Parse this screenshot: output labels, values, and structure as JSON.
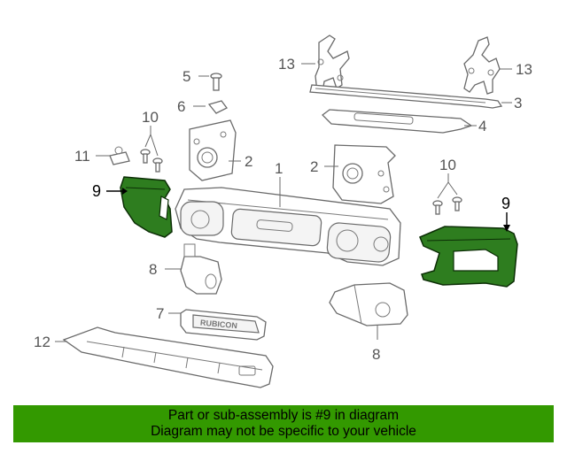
{
  "diagram": {
    "labels": {
      "l1": "1",
      "l2a": "2",
      "l2b": "2",
      "l3": "3",
      "l4": "4",
      "l5": "5",
      "l6": "6",
      "l7": "7",
      "l8a": "8",
      "l8b": "8",
      "l9a": "9",
      "l9b": "9",
      "l10a": "10",
      "l10b": "10",
      "l11": "11",
      "l12": "12",
      "l13a": "13",
      "l13b": "13"
    },
    "emblem_text": "RUBICON",
    "highlight_color": "#2e7d1f"
  },
  "banner": {
    "line1": "Part or sub-assembly is #9 in diagram",
    "line2": "Diagram may not be specific to your vehicle",
    "color": "#339900"
  }
}
